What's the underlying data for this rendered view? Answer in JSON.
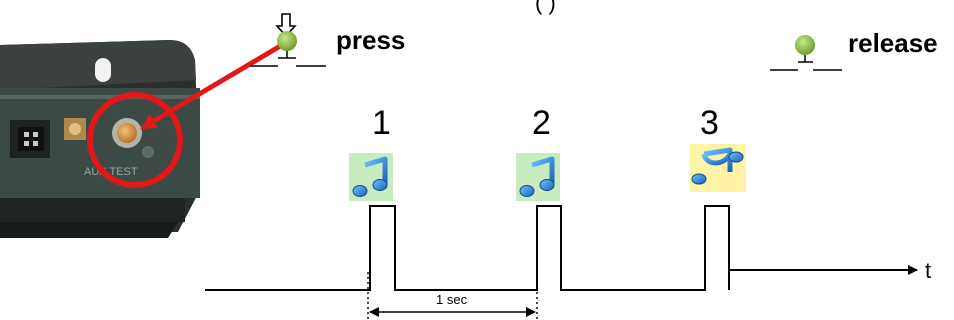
{
  "labels": {
    "top_partial": "(                        )",
    "press": "press",
    "release": "release",
    "pulse_numbers": [
      "1",
      "2",
      "3"
    ],
    "interval": "1 sec",
    "axis": "t"
  },
  "photo": {
    "device_text": "AUX  TEST"
  },
  "icons": {
    "pulse_icons": [
      "music-note-icon",
      "music-note-icon",
      "beamed-notes-icon"
    ],
    "press_symbol": "switch-pressed-icon",
    "release_symbol": "switch-released-icon"
  },
  "colors": {
    "highlight_circle": "#e01818",
    "arrow": "#e01818",
    "note_blue": "#1f7fcf",
    "note_bg_green": "#c6ecbf",
    "note_bg_yellow": "#fff3a6",
    "switch_knob": "#8cc63f"
  }
}
